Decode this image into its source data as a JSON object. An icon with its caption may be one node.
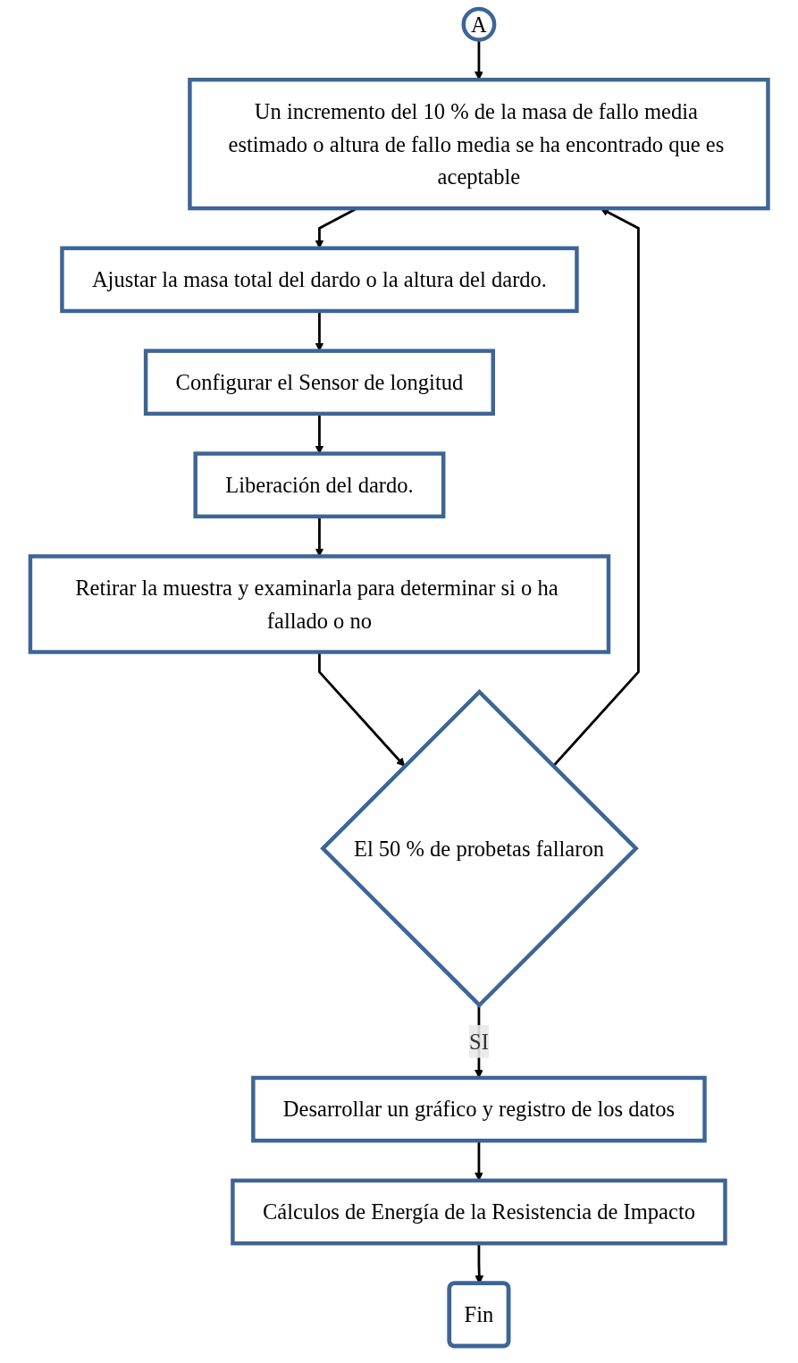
{
  "diagram": {
    "nodes": [
      {
        "text": [
          "A"
        ]
      },
      {
        "text": [
          "Un incremento del 10 % de la masa de fallo media estimado o altura de fallo media se ha encontrado que es aceptable"
        ]
      },
      {
        "text": [
          "Ajustar la masa total del dardo o la altura del dardo."
        ]
      },
      {
        "text": [
          "Configurar el Sensor de longitud"
        ]
      },
      {
        "text": [
          "Liberación del dardo."
        ]
      },
      {
        "text": [
          "Retirar la muestra y examinarla para determinar si o ha fallado o no"
        ]
      },
      {
        "text": [
          "El 50 % de probetas fallaron"
        ]
      },
      {
        "text": [
          "Desarrollar un gráfico y registro de los datos"
        ]
      },
      {
        "text": [
          "Cálculos de Energía de la Resistencia de Impacto"
        ]
      },
      {
        "text": [
          "Fin"
        ]
      }
    ],
    "edges": [
      {
        "from": 0,
        "to": 1,
        "arrow": "to"
      },
      {
        "from": 1,
        "to": 2,
        "arrow": "to"
      },
      {
        "from": 2,
        "to": 3,
        "arrow": "to"
      },
      {
        "from": 3,
        "to": 4,
        "arrow": "to"
      },
      {
        "from": 4,
        "to": 5,
        "arrow": "to"
      },
      {
        "from": 5,
        "to": 6,
        "arrow": "to"
      },
      {
        "from": 6,
        "to": 1,
        "arrow": "to"
      },
      {
        "from": 6,
        "to": 7,
        "arrow": "to",
        "label": "SI"
      },
      {
        "from": 7,
        "to": 8,
        "arrow": "to"
      },
      {
        "from": 8,
        "to": 9,
        "arrow": "to"
      }
    ]
  }
}
